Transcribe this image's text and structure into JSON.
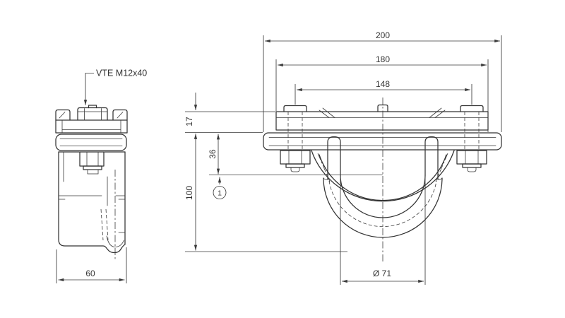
{
  "colors": {
    "ink": "#333333",
    "paper": "#ffffff"
  },
  "side_view": {
    "bolt_callout": "VTE M12x40",
    "depth": "60"
  },
  "front_view": {
    "overall_width": "200",
    "clamp_plate_width": "180",
    "bolt_spacing": "148",
    "plate_height": "17",
    "axis_offset": "36",
    "body_height": "100",
    "pipe_diameter": "Ø 71",
    "balloon": "1"
  }
}
